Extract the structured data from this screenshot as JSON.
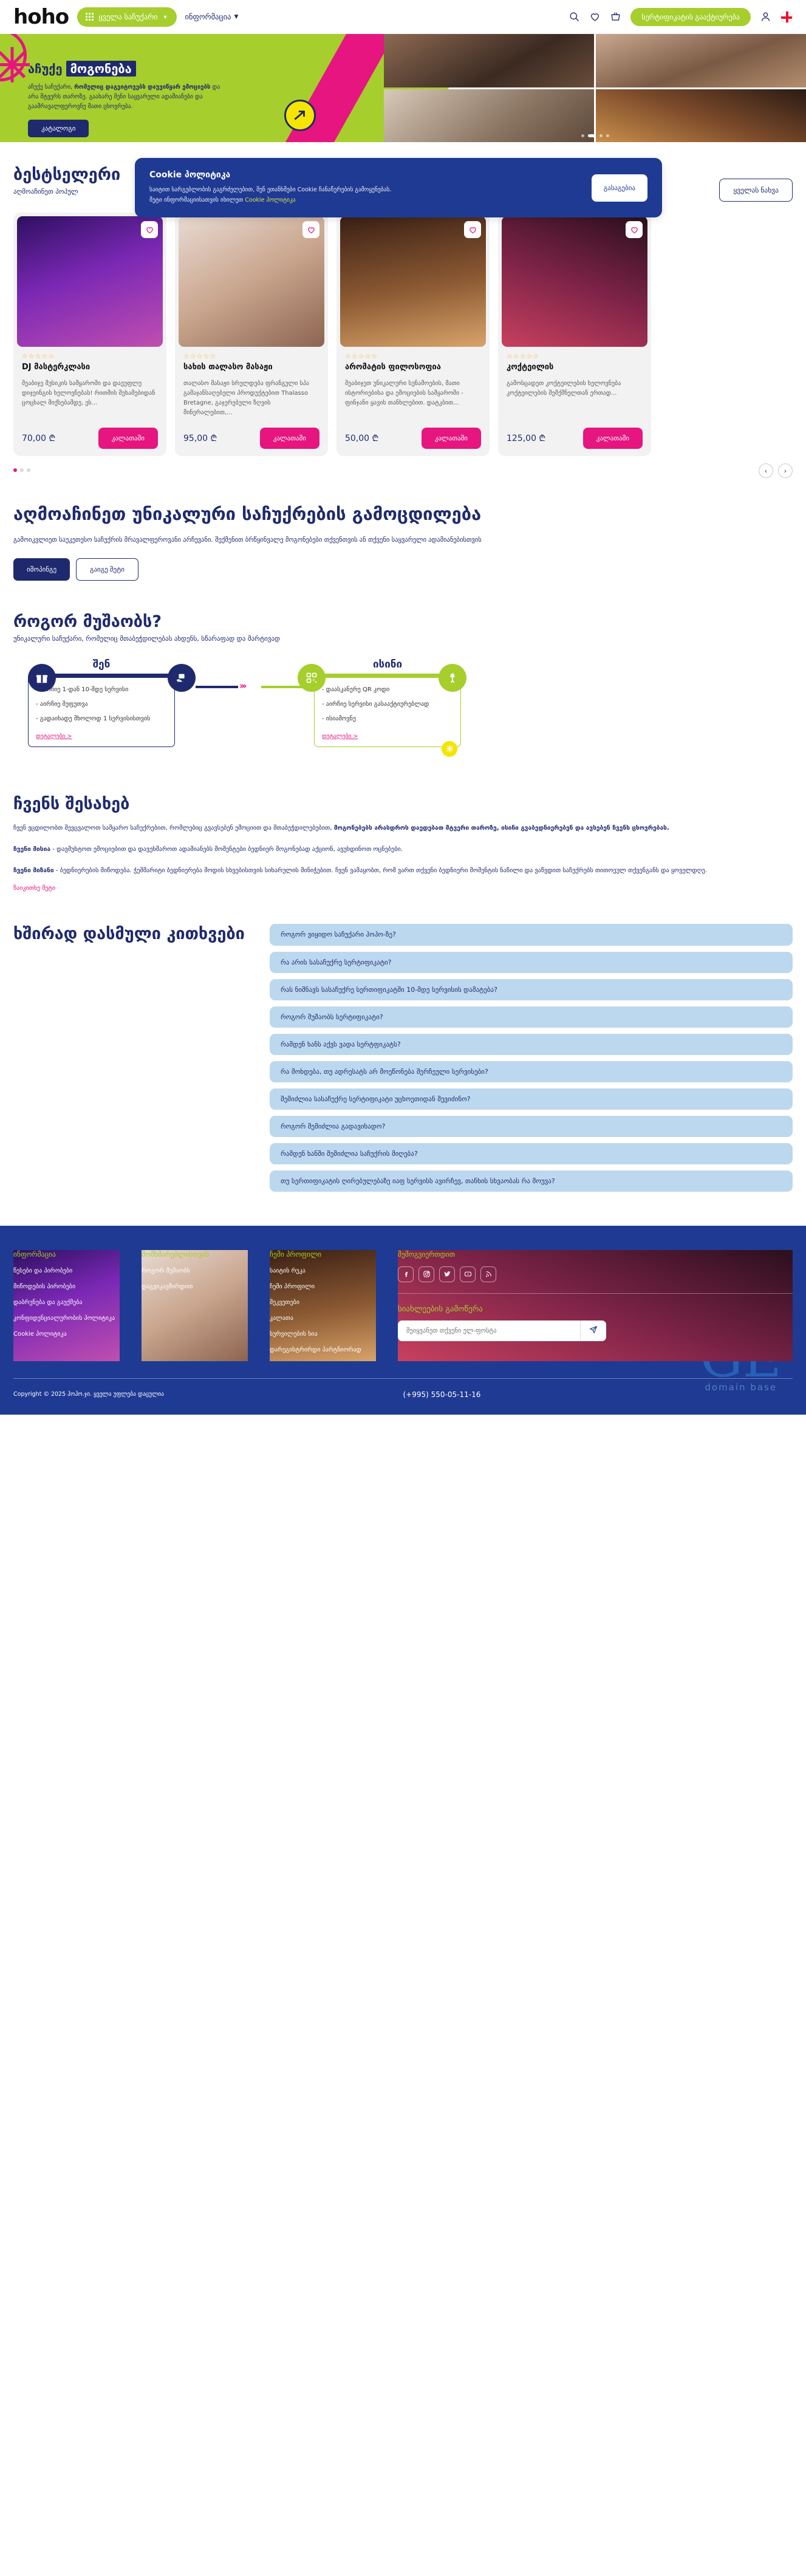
{
  "header": {
    "logo": "hoho",
    "categories_label": "ყველა საჩუქარი",
    "info_label": "ინფორმაცია",
    "cta_label": "სერტიფიკატის გააქტიურება",
    "icons": {
      "search": "search-icon",
      "wishlist": "heart-icon",
      "cart": "basket-icon",
      "account": "user-icon",
      "language": "georgia-flag-icon"
    }
  },
  "hero": {
    "title_left": "აჩუქე",
    "title_right": "მოგონება",
    "description_1": "აჩუქე საჩუქარი, ",
    "description_bold": "რომელიც დაგვიტოვებს დაუვიწყარ ემოციებს",
    "description_2": " და არა მტვერს თაროზე. გაახარე შენი საყვარელი ადამიანები და გაამრავალფეროვნე მათი ცხოვრება.",
    "cta": "კატალოგი",
    "arrow_icon": "arrow-right-icon",
    "slide_dots": 4,
    "active_slide": 1
  },
  "cookie": {
    "title": "Cookie პოლიტიკა",
    "line1": "საიტით სარგებლობის გაგრძელებით, შენ ეთანხმები Cookie ჩანაწერების გამოყენებას.",
    "line2_pre": "მეტი ინფორმაციისათვის იხილეთ ",
    "link": "Cookie პოლიტიკა",
    "accept": "გასაგებია"
  },
  "bestseller": {
    "title": "ბესტსელერი",
    "subtitle": "აღმოაჩინეთ პოპულ",
    "view_all": "ყველას ნახვა",
    "prev_icon": "chevron-left-icon",
    "next_icon": "chevron-right-icon",
    "cards": [
      {
        "title": "DJ მასტერკლასი",
        "rating": "☆☆☆☆☆",
        "desc": "შეაბიჯე მუსიკის სამყაროში და დაეუფლე დიჯეინგის ხელოვნებას! რითმის შეხამებიდან ცოცხალ მიქსებამდე, ეს...",
        "price": "70,00 ₾",
        "button": "კალათაში",
        "wishlist_icon": "heart-icon"
      },
      {
        "title": "სახის თალასო მასაჟი",
        "rating": "☆☆☆☆☆",
        "desc": "თალასო მასაჟი სრულდება ფრანგული სპა გამაჯანსაღებელი პროდუქტებით Thalasso Bretagne, გაჯერებული ზღვის მინერალებით,...",
        "price": "95,00 ₾",
        "button": "კალათაში",
        "wishlist_icon": "heart-icon"
      },
      {
        "title": "არომატის ფილოსოფია",
        "rating": "☆☆☆☆☆",
        "desc": "შეაბიჯეთ უნიკალური სუნამოების, მათი ისტორიებისა და ემოციების სამყაროში - ფინჯანი ყავის თანხლებით. დატკბით...",
        "price": "50,00 ₾",
        "button": "კალათაში",
        "wishlist_icon": "heart-icon"
      },
      {
        "title": "კოქტეილის",
        "rating": "☆☆☆☆☆",
        "desc": "გამოსცადეთ კოქტეილების ხელოვნება კოქტეილების შემქმნელთან ერთად...",
        "price": "125,00 ₾",
        "button": "კალათაში",
        "wishlist_icon": "heart-icon"
      }
    ]
  },
  "discover": {
    "title": "აღმოაჩინეთ უნიკალური საჩუქრების გამოცდილება",
    "paragraph": "გამოიკვლიეთ საუკეთესო საჩუქრის მრავალფეროვანი არჩევანი. შექმენით ბრწყინვალე მოგონებები თქვენთვის ან თქვენი საყვარელი ადამიანებისთვის",
    "btn_primary": "იშოპინგე",
    "btn_secondary": "გაიგე მეტი"
  },
  "how": {
    "title": "როგორ მუშაობს?",
    "subtitle": "უნიკალური საჩუქარი, რომელიც მთაბეჭდილებას ახდენს, სწარაფად და მარტივად",
    "columns": [
      {
        "head": "შენ",
        "icon": "gift-icon",
        "icon2": "hand-gift-icon",
        "items": [
          "- აირჩიე 1-დან 10-მდე სერვისი",
          "- აირჩიე შეფუთვა",
          "- გადაიხადე მხოლოდ 1 სერვისისთვის"
        ],
        "details": "დეტალები >"
      },
      {
        "head": "ისინი",
        "icon": "qr-code-icon",
        "icon2": "happy-person-icon",
        "items": [
          "- დაასკანერე QR კოდი",
          "- აირჩიე სერვისი გასააქტიურებლად",
          "- ისიამოვნე"
        ],
        "details": "დეტალები >"
      }
    ]
  },
  "about": {
    "title": "ჩვენს შესახებ",
    "lead_normal": "ჩვენ ვცდილობთ შევცვალოთ სამყარო საჩუქრებით, რომლებიც გვავსებენ ემოციით და შთაბეჭდილებებით, ",
    "lead_bold": "მოგონებებს არასდროს დაედებათ მტვერი თაროზე, ისინი გვაბედნიერებენ და ავსებენ ჩვენს ცხოვრებას.",
    "mission_label": "ჩვენი მისია",
    "mission_text": " - დავმუხტოთ ემოციებით და დავეხმაროთ ადამიანებს მომენტები ბედნიერ მოგონებად აქციონ, ავუხდინოთ ოცნებები.",
    "goal_label": "ჩვენი მიზანი",
    "goal_text": " - ბედნიერების მიწოდება. ჭეშმარიტი ბედნიერება მოდის სხვებისთვის სიხარულის მინიჭებით. ჩვენ ვამაყობთ, რომ ვართ თქვენი ბედნიერი მომენტის ნაწილი და ვაწვდით საჩუქრებს თითოეულ თქვენგანს და ყოველდღე.",
    "read_more": "წაიკითხე მეტი"
  },
  "faq": {
    "title": "ხშირად დასმული კითხვები",
    "items": [
      "როგორ ვიყიდო საჩუქარი ჰოჰო-ზე?",
      "რა არის სასაჩუქრე სერტიფიკატი?",
      "რას ნიშნავს სასაჩუქრე სერთიფიკატში 10-მდე სერვისის დამატება?",
      "როგორ მუშაობს სერტიფიკატი?",
      "რამდენ ხანს აქვს ვადა სერტფიკატს?",
      "რა მოხდება, თუ ადრესატს არ მოეწონება შერჩეული სერვისები?",
      "შემიძლია სასაჩუქრე სერტიფიკატი უცხოეთიდან შევიძინო?",
      "როგორ შემიძლია გადავიხადო?",
      "რამდენ ხანში შემიძლია საჩუქრის მიღება?",
      "თუ სერთიფიკატის ღირებულებაზე იაფ სერვისს ავირჩევ, თანხის სხვაობას რა მოუვა?"
    ]
  },
  "footer": {
    "columns": [
      {
        "head": "ინფორმაცია",
        "links": [
          "წესები და პირობები",
          "მიწოდების პირობები",
          "დაბრუნება და გაუქმება",
          "კონფიდენციალურობის პოლიტიკა",
          "Cookie პოლიტიკა"
        ]
      },
      {
        "head": "მომხმარებლისთვის",
        "links": [
          "როგორ მუშაობს",
          "დაგვიკავშირდით"
        ]
      },
      {
        "head": "ჩემი პროფილი",
        "links": [
          "საიტის რუკა",
          "ჩემი პროფილი",
          "შეკვეთები",
          "კალათა",
          "სურვილების სია",
          "დარეგისტრირდი პარტნიორად"
        ]
      }
    ],
    "social_head": "შემოგვიერთდით",
    "socials": [
      "facebook-icon",
      "instagram-icon",
      "twitter-icon",
      "youtube-icon",
      "rss-icon"
    ],
    "newsletter_head": "სიახლეების გამოწერა",
    "newsletter_placeholder": "შეიყვანეთ თქვენი ელ-ფოსტა",
    "newsletter_btn_icon": "send-icon",
    "watermark": "GE",
    "watermark_sub": "domain base",
    "copyright": "Copyright © 2025 ჰოჰო.ჯი. ყველა უფლება დაცულია",
    "phone": "(+995) 550-05-11-16"
  },
  "colors": {
    "navy": "#1f2a6e",
    "navy_footer": "#1f3a93",
    "green": "#a6ce2d",
    "pink": "#e6157f",
    "yellow": "#f6e500",
    "faq_blue": "#bcd8ef",
    "star_gold": "#f5b517"
  }
}
